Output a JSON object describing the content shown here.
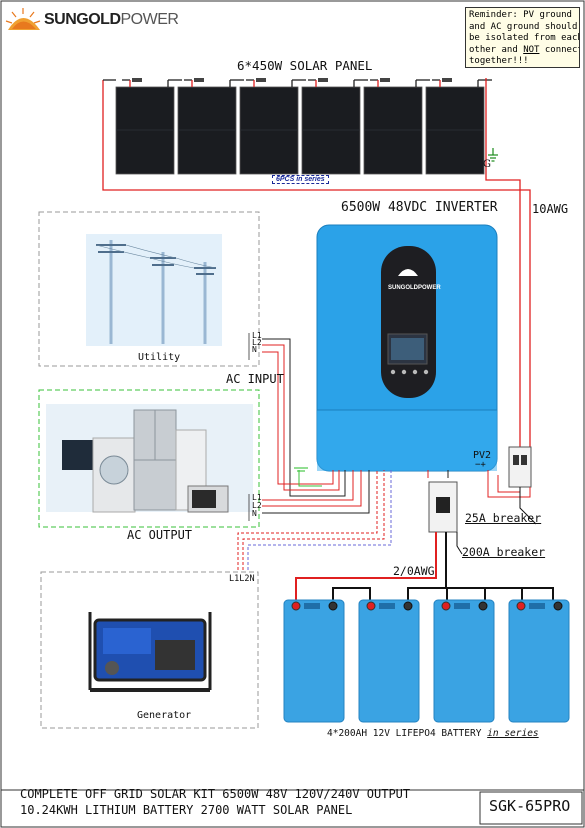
{
  "brand": {
    "name": "SUNGOLDPOWER",
    "name_part1": "SUNGOLD",
    "name_part2": "POWER",
    "accent_color": "#E8791E"
  },
  "reminder": {
    "line1": "Reminder: PV ground",
    "line2": "and AC ground should",
    "line3": "be isolated from each",
    "line4_pre": "other and ",
    "line4_not": "NOT",
    "line4_post": " connected",
    "line5": "together!!!",
    "background": "#FFFDE6"
  },
  "solar": {
    "title": "6*450W SOLAR PANEL",
    "series_label": "6PCS in series",
    "ground_label": "G",
    "panel_count": 6
  },
  "inverter": {
    "title": "6500W 48VDC INVERTER",
    "logo": "SUNGOLDPOWER",
    "pv_label": "PV2",
    "pv_polarity": "−+",
    "body_color": "#2BA2E8"
  },
  "wiring": {
    "pv_gauge": "10AWG",
    "battery_gauge": "2/0AWG",
    "pv_breaker": "25A breaker",
    "battery_breaker": "200A breaker"
  },
  "utility": {
    "label": "Utility",
    "terminals": [
      "L1",
      "L2",
      "N"
    ]
  },
  "ac_input": {
    "label": "AC INPUT"
  },
  "ac_output": {
    "label": "AC OUTPUT",
    "terminals": [
      "L1",
      "L2",
      "N"
    ]
  },
  "generator": {
    "label": "Generator",
    "terminals": "L1L2N"
  },
  "battery": {
    "label_pre": "4*200AH 12V LIFEPO4 BATTERY ",
    "label_series": "in series",
    "count": 4,
    "color": "#3AA3E3"
  },
  "footer": {
    "line1": "COMPLETE OFF GRID SOLAR KIT 6500W 48V 120V/240V OUTPUT",
    "line2": "10.24KWH LITHIUM BATTERY 2700 WATT SOLAR PANEL",
    "model": "SGK-65PRO"
  }
}
